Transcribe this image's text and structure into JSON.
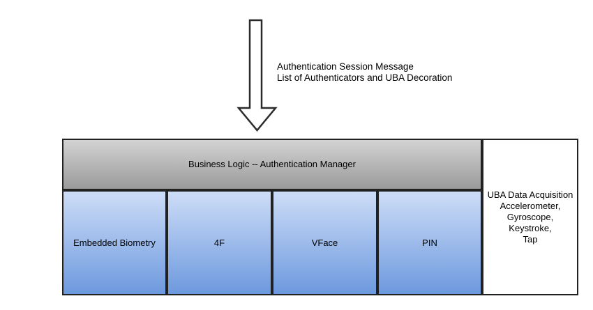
{
  "arrow_annotation": {
    "text": "Authentication Session Message\nList of Authenticators and UBA Decoration"
  },
  "diagram": {
    "manager": {
      "label": "Business Logic -- Authentication Manager"
    },
    "authenticators": [
      {
        "label": "Embedded Biometry"
      },
      {
        "label": "4F"
      },
      {
        "label": "VFace"
      },
      {
        "label": "PIN"
      }
    ],
    "uba_panel": {
      "label": "UBA Data Acquisition\nAccelerometer,\nGyroscope, Keystroke,\nTap"
    }
  },
  "icons": {
    "down_arrow": "down-block-arrow"
  },
  "colors": {
    "border": "#212121",
    "arrow_outline": "#2b2b2b",
    "arrow_fill": "#ffffff",
    "manager_gradient_top": "#d3d3d3",
    "manager_gradient_bottom": "#9a9a9a",
    "authenticator_gradient_top": "#cdddf7",
    "authenticator_gradient_bottom": "#6d99de",
    "panel_background": "#ffffff"
  }
}
